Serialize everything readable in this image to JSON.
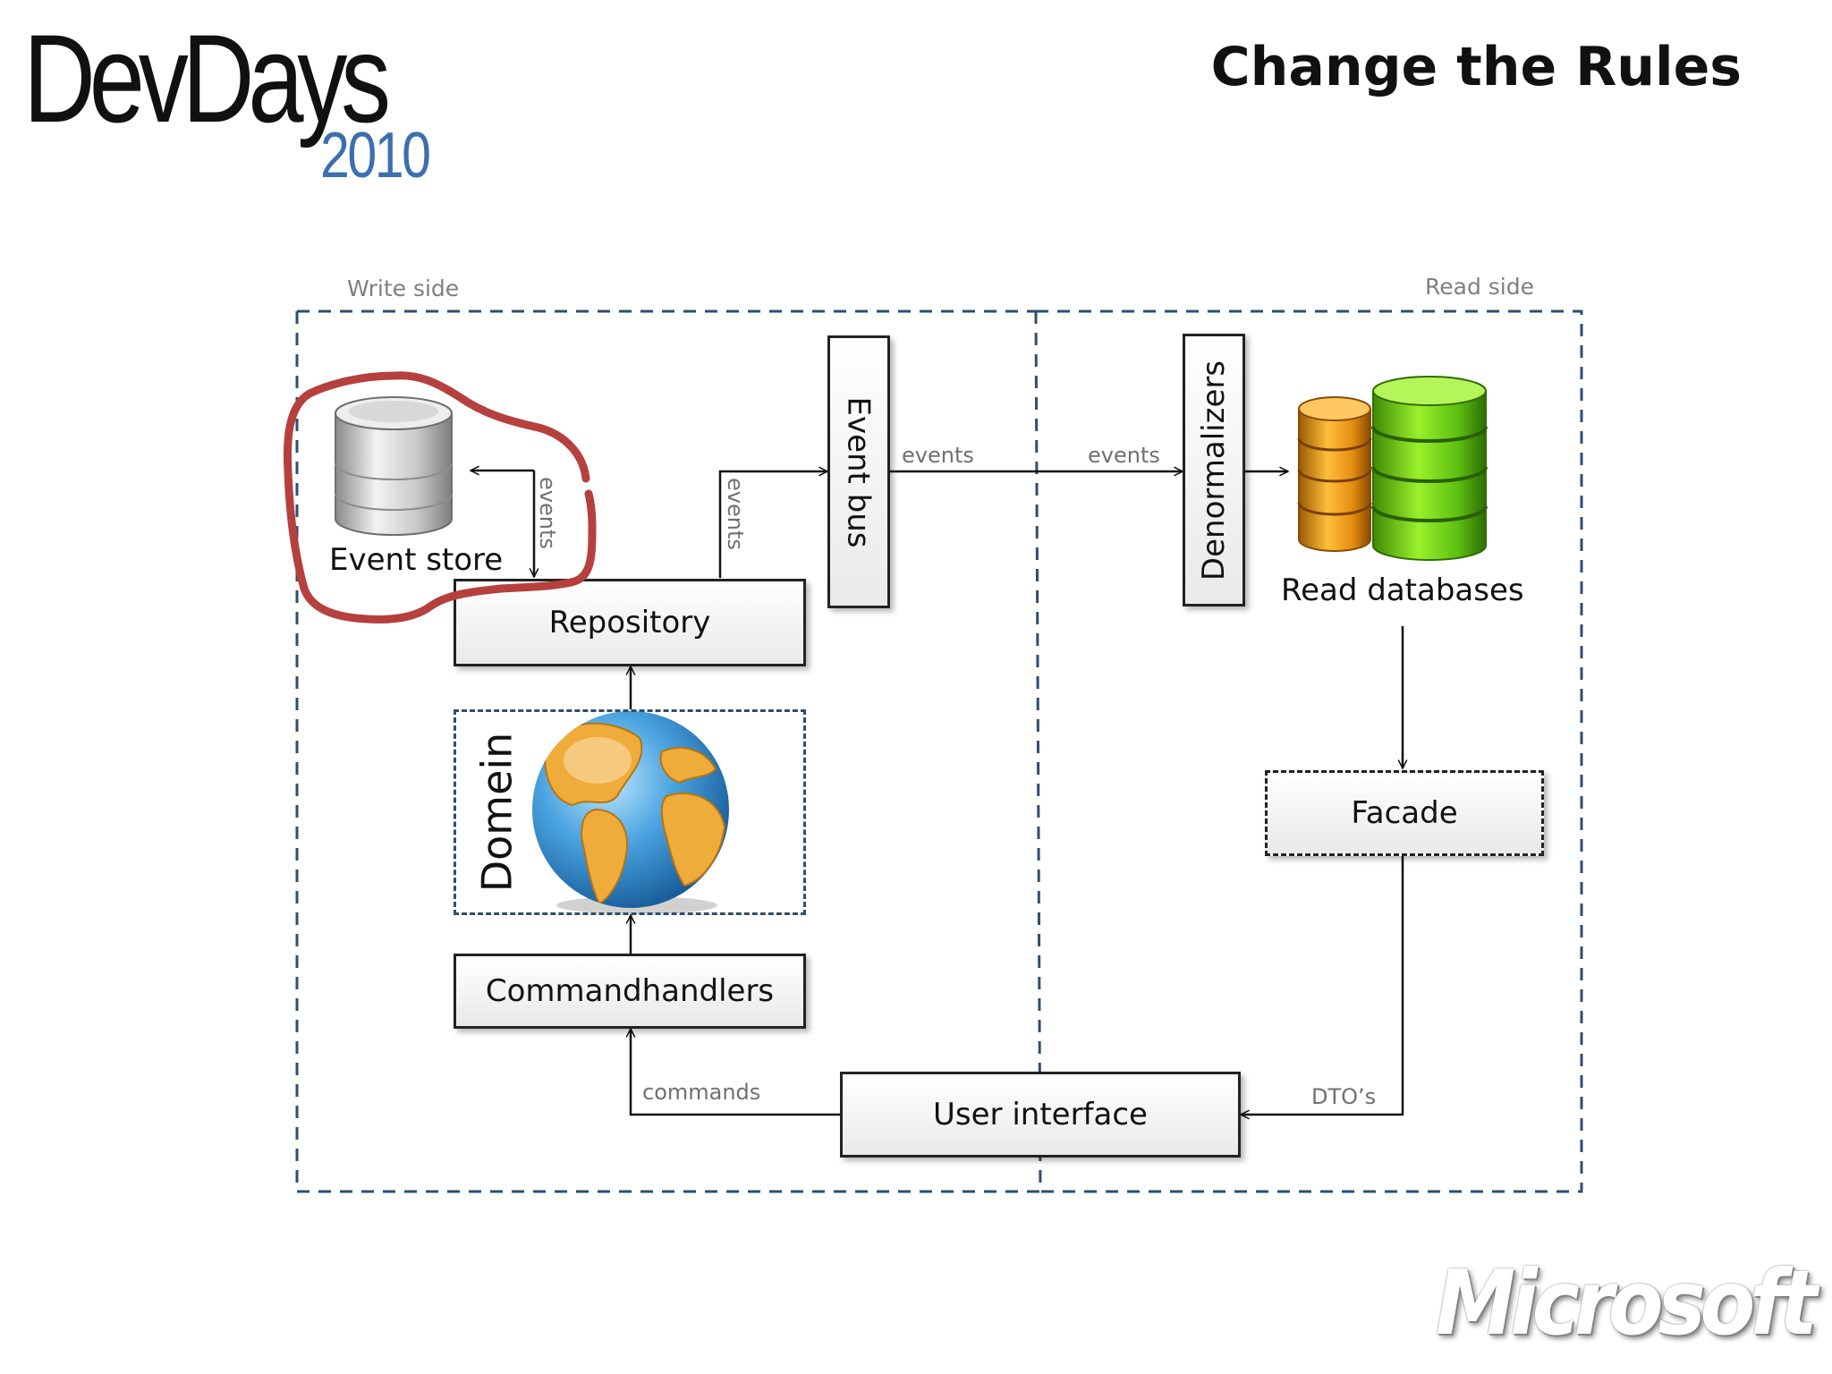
{
  "header": {
    "logo": {
      "name": "DevDays",
      "year": "2010"
    },
    "title": "Change the Rules"
  },
  "footer": {
    "brand": "Microsoft"
  },
  "diagram": {
    "sections": {
      "write": "Write side",
      "read": "Read side"
    },
    "nodes": {
      "event_store": "Event store",
      "repository": "Repository",
      "domain": "Domein",
      "command_handlers": "Commandhandlers",
      "event_bus": "Event bus",
      "denormalizers": "Denormalizers",
      "read_databases": "Read databases",
      "facade": "Facade",
      "user_interface": "User interface"
    },
    "edges": {
      "store_events": "events",
      "repo_events": "events",
      "bus_events": "events",
      "denorm_events": "events",
      "commands": "commands",
      "dtos": "DTO’s"
    },
    "highlight": "red freehand circle around Event store",
    "colors": {
      "dash_border": "#2d4f70",
      "highlight": "#b5403e",
      "logo_year": "#3c6fb0"
    }
  }
}
